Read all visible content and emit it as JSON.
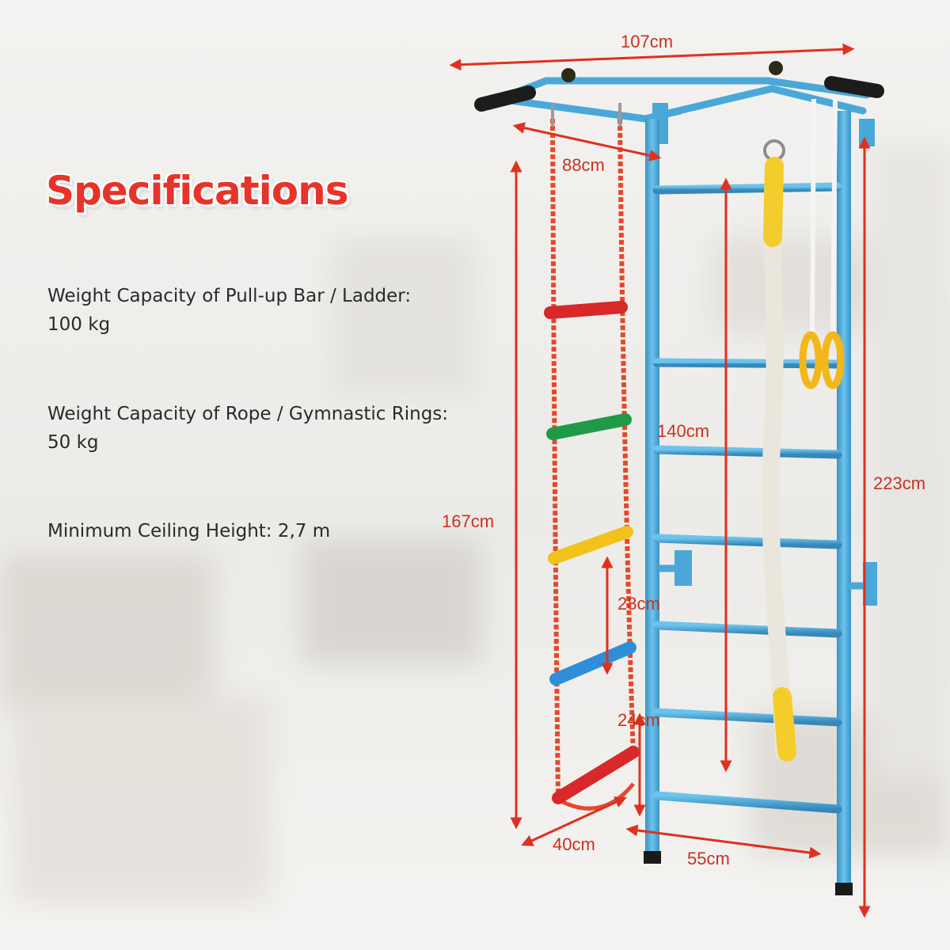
{
  "heading": "Specifications",
  "specs": [
    {
      "label": "Weight Capacity of Pull-up Bar / Ladder:",
      "value": "100 kg"
    },
    {
      "label": "Weight Capacity of Rope / Gymnastic Rings:",
      "value": "50 kg"
    },
    {
      "label": "Minimum Ceiling Height: 2,7 m",
      "value": ""
    }
  ],
  "dimensions": {
    "width_top": "107cm",
    "depth_top": "88cm",
    "rope_ladder_height": "167cm",
    "climbing_rope_length": "140cm",
    "total_height": "223cm",
    "rung_spacing": "28cm",
    "bottom_rung_height": "24cm",
    "rope_ladder_width": "40cm",
    "frame_width": "55cm"
  },
  "colors": {
    "heading": "#e8332a",
    "frame": "#4aa8d8",
    "dimension_lines": "#e0301e",
    "rung_red": "#d8282a",
    "rung_green": "#1f9b48",
    "rung_yellow": "#f2c21b",
    "rung_blue": "#2f8fd6"
  }
}
